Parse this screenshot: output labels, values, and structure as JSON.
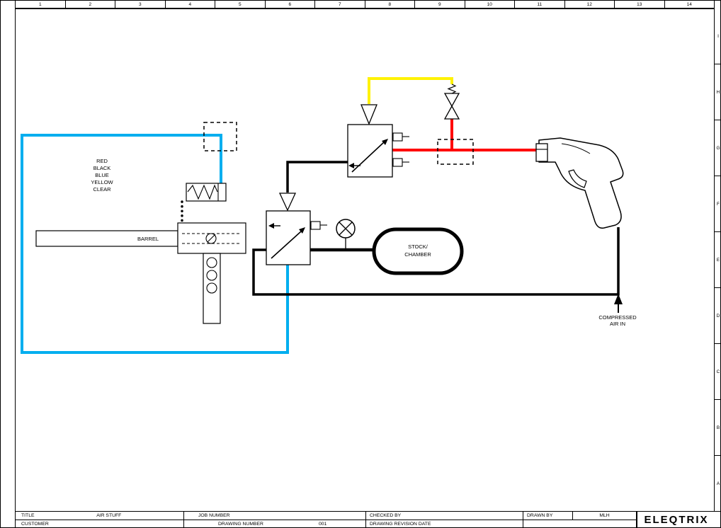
{
  "sheet": {
    "grid_columns": [
      "1",
      "2",
      "3",
      "4",
      "5",
      "6",
      "7",
      "8",
      "9",
      "10",
      "11",
      "12",
      "13",
      "14"
    ],
    "grid_rows": [
      "I",
      "H",
      "G",
      "F",
      "E",
      "D",
      "C",
      "B",
      "A"
    ]
  },
  "diagram": {
    "legend_lines": [
      "RED",
      "BLACK",
      "BLUE",
      "YELLOW",
      "CLEAR"
    ],
    "barrel_label": "BARREL",
    "chamber_label_line1": "STOCK/",
    "chamber_label_line2": "CHAMBER",
    "air_in_line1": "COMPRESSED",
    "air_in_line2": "AIR IN"
  },
  "colors": {
    "blue": "#00AEEF",
    "yellow": "#FFF200",
    "red": "#FF0000"
  },
  "title_block": {
    "title_label": "TITLE",
    "title_value": "AIR STUFF",
    "job_number_label": "JOB NUMBER",
    "checked_by_label": "CHECKED BY",
    "drawn_by_label": "DRAWN BY",
    "drawn_by_value": "MLH",
    "customer_label": "CUSTOMER",
    "drawing_number_label": "DRAWING NUMBER",
    "drawing_number_value": "001",
    "revision_label": "DRAWING REVISION DATE",
    "logo": "ELEQTRIX"
  }
}
